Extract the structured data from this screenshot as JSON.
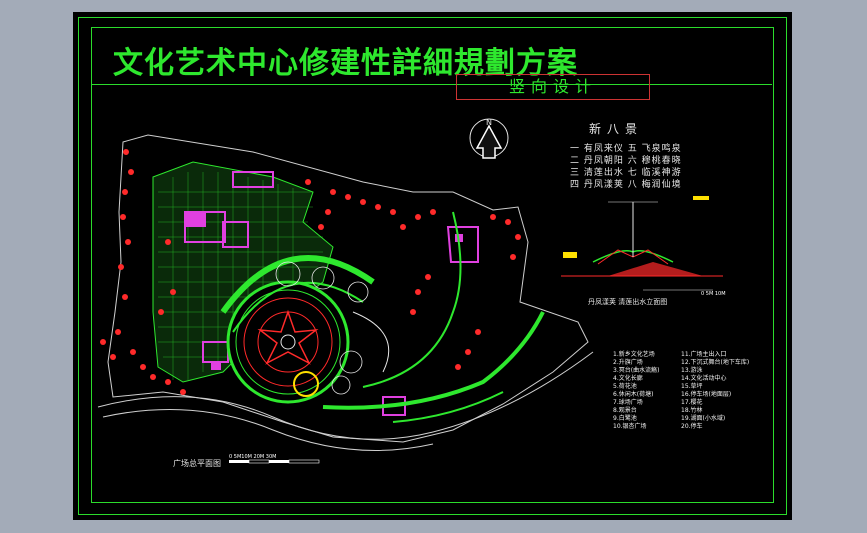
{
  "title": "文化艺术中心修建性詳細規劃方案",
  "subtitle": "竖向设计",
  "north_label": "N",
  "scenes": {
    "title": "新八景",
    "rows": [
      "一 有凤来仪 五 飞泉鸣泉",
      "二 丹凤朝阳 六 穆桃春晓",
      "三 清莲出水 七 临溪神游",
      "四 丹凤漾荚 八 梅润仙境"
    ]
  },
  "section_caption": "丹凤漾荚 清莲出水立面图",
  "section_scale": "0  5M  10M",
  "plan_caption": "广场总平面图",
  "plan_scale": "0 5M10M 20M 30M",
  "legend": {
    "col1": [
      "1.新乡文化艺场",
      "2.升旗广场",
      "3.冥台(曲水流觞)",
      "4.文化长廊",
      "5.荷花池",
      "6.休闲木(荷塘)",
      "7.球场广场",
      "8.观景台",
      "9.白鹭池",
      "10.银杏广场"
    ],
    "col2": [
      "11.广场主出入口",
      "12.下沉式舞台(地下车库)",
      "13.游泳",
      "14.文化活动中心",
      "15.草坪",
      "16.停车场(地面层)",
      "17.樱花",
      "18.竹林",
      "19.湖面(小水域)",
      "20.停车"
    ]
  },
  "colors": {
    "frame": "#2bdc2b",
    "title": "#2ee82e",
    "accent_red": "#ff2a2a",
    "magenta": "#e040e0",
    "yellow": "#ffe000"
  }
}
